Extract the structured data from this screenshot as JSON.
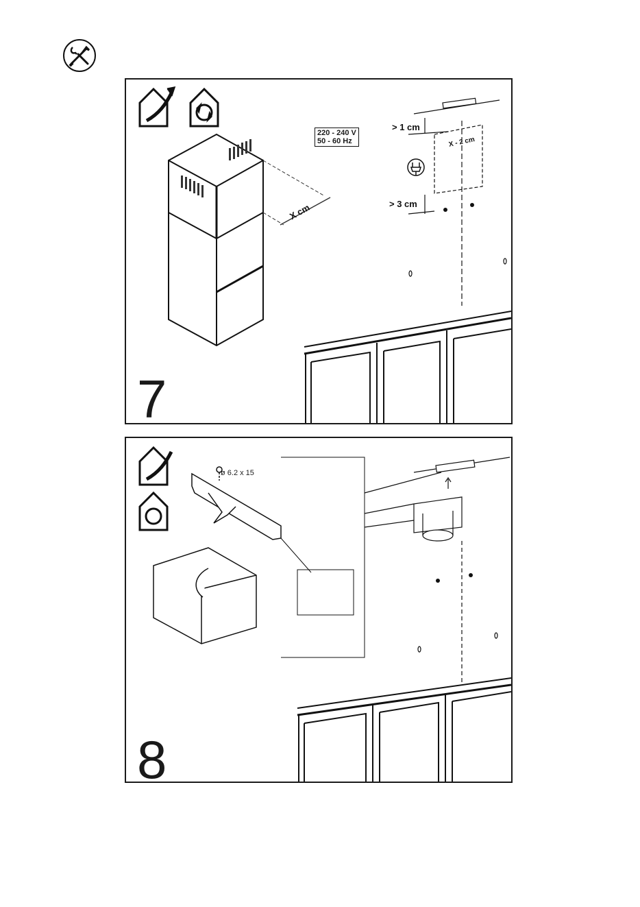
{
  "header": {
    "icon": "wrench-screwdriver-icon"
  },
  "step7": {
    "number": "7",
    "dist_top": "> 1 cm",
    "dist_bottom": "> 3 cm",
    "chimney_width": "X cm",
    "bracket_offset": "X - 2 cm",
    "voltage_line1": "220 - 240 V",
    "voltage_line2": "50 - 60 Hz",
    "icons": [
      "ducted-house-icon",
      "recirculation-house-icon",
      "plug-icon"
    ]
  },
  "step8": {
    "number": "8",
    "screw_spec": "ø 6.2 x 15",
    "icons": [
      "ducted-house-icon",
      "recirculation-house-icon"
    ]
  }
}
